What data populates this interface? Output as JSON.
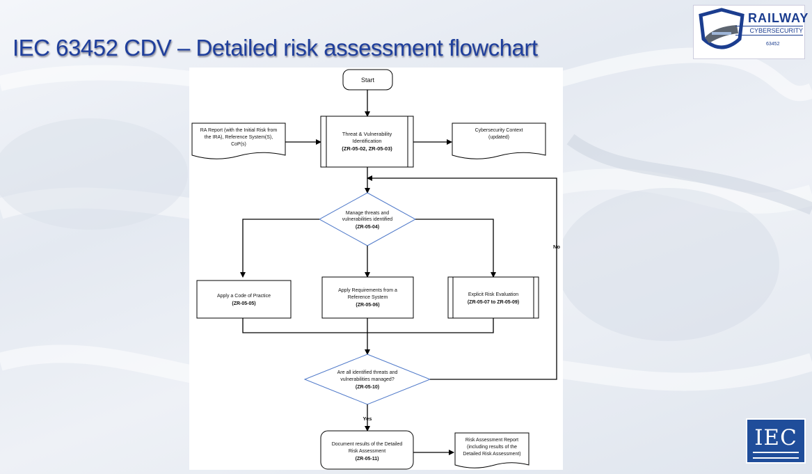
{
  "slide": {
    "title": "IEC 63452 CDV – Detailed risk assessment flowchart"
  },
  "logos": {
    "railway_word": "RAILWAY",
    "cybersecurity_word": "CYBERSECURITY",
    "standard_badge": "63452",
    "iec": "IEC"
  },
  "flowchart": {
    "start": "Start",
    "inputs": {
      "line1": "RA Report (with the Initial Risk from",
      "line2": "the IRA), Reference System(S),",
      "line3": "CoP(s)"
    },
    "identification": {
      "line1": "Threat & Vulnerability",
      "line2": "Identification",
      "code": "(ZR-05-02, ZR-05-03)"
    },
    "context": {
      "line1": "Cybersecurity Context",
      "line2": "(updated)"
    },
    "manage_decision": {
      "line1": "Manage threats and",
      "line2": "vulnerabilities identified",
      "code": "(ZR-05-04)"
    },
    "cop": {
      "line1": "Apply a Code of Practice",
      "code": "(ZR-05-05)"
    },
    "reference": {
      "line1": "Apply Requirements from a",
      "line2": "Reference System",
      "code": "(ZR-05-06)"
    },
    "explicit": {
      "line1": "Explicit Risk Evaluation",
      "code": "(ZR-05-07 to ZR-05-09)"
    },
    "all_managed_decision": {
      "line1": "Are all identified threats and",
      "line2": "vulnerabilities managed?",
      "code": "(ZR-05-10)"
    },
    "no_label": "No",
    "yes_label": "Yes",
    "document": {
      "line1": "Document results of the Detailed",
      "line2": "Risk Assessment",
      "code": "(ZR-05-11)"
    },
    "report": {
      "line1": "Risk Assessment Report",
      "line2": "(including results of the",
      "line3": "Detailed Risk Assessment)"
    }
  }
}
